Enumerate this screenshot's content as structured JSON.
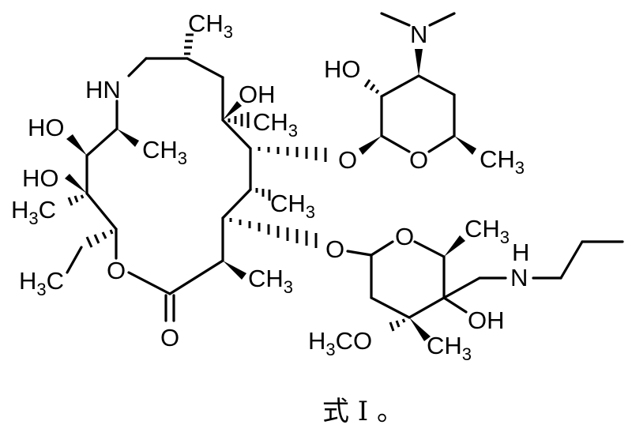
{
  "figure": {
    "caption": "式 I 。",
    "caption_parts": {
      "prefix": "式",
      "numeral": "I",
      "suffix": "。"
    }
  },
  "labels": {
    "macrocycle": {
      "methyl_top": "CH3",
      "nh": "HN",
      "oh_c6": "OH",
      "methyl_c6": "CH3",
      "ho_c11": "HO",
      "methyl_c10": "CH3",
      "ho_c12": "HO",
      "h3c_c12": "H3C",
      "h3c_ethyl": "H3C",
      "ring_o_lactone": "O",
      "carbonyl_o": "O",
      "methyl_c2": "CH3",
      "methyl_c4": "CH3"
    },
    "desosamine": {
      "n": "N",
      "ho": "HO",
      "glycosidic_o": "O",
      "ring_o": "O",
      "methyl": "CH3"
    },
    "cladinose": {
      "glycosidic_o": "O",
      "ring_o": "O",
      "methyl_top": "CH3",
      "nh_h": "H",
      "nh_n": "N",
      "oh": "OH",
      "methoxy": "H3CO",
      "methyl_bottom": "CH3"
    }
  }
}
